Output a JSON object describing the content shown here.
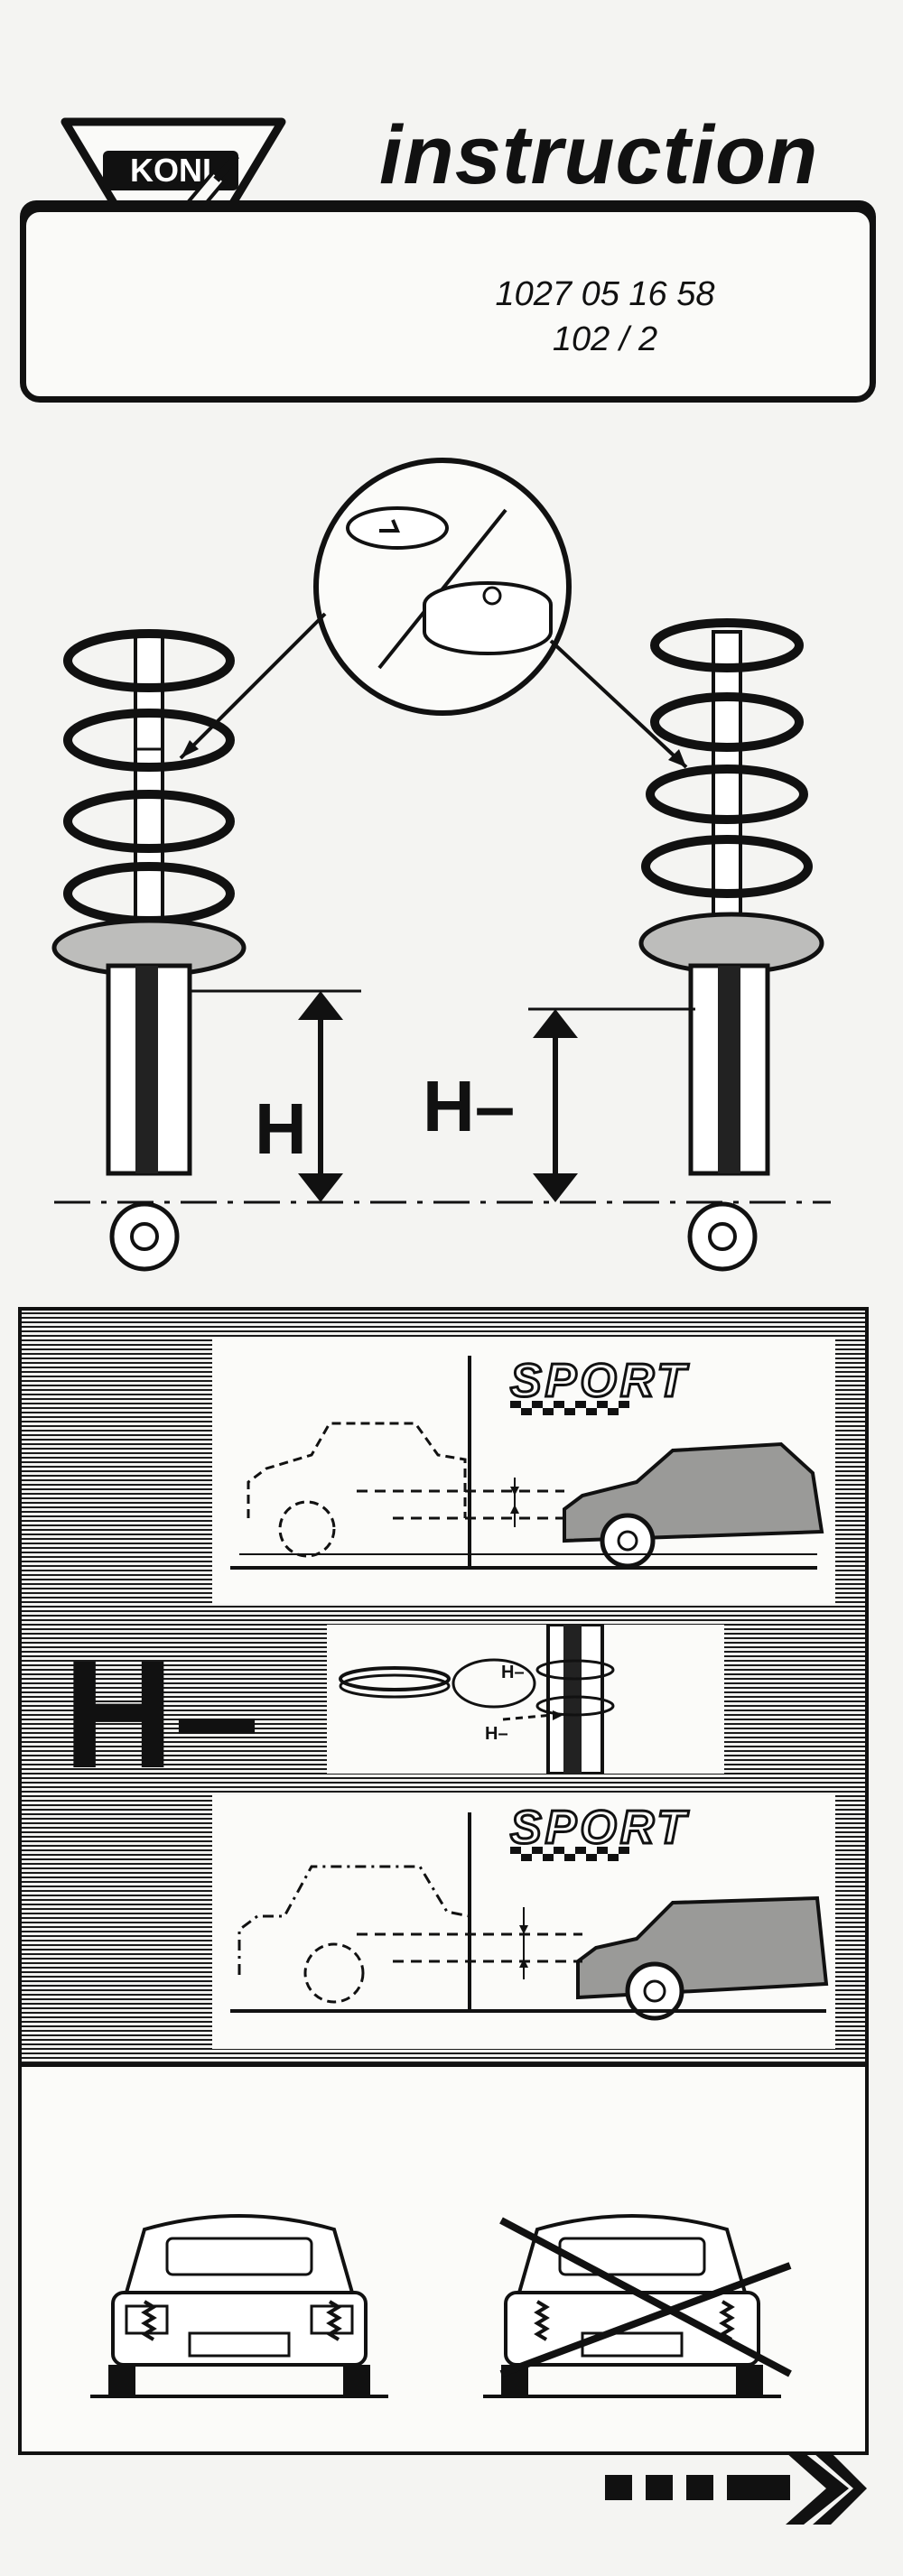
{
  "header": {
    "title": "instruction",
    "brand": "KONI",
    "part_number": "1027 05 16 58",
    "sheet": "102 / 2"
  },
  "diagram": {
    "label_h": "H",
    "label_h_minus": "H–"
  },
  "sport_section": {
    "sport_text_top": "SPORT",
    "sport_text_bottom": "SPORT",
    "big_label": "H–",
    "detail_label_upper": "H–",
    "detail_label_lower": "H–"
  },
  "icons": {
    "next": "arrow-right-icon"
  },
  "colors": {
    "ink": "#111111",
    "paper": "#f4f4f2"
  }
}
